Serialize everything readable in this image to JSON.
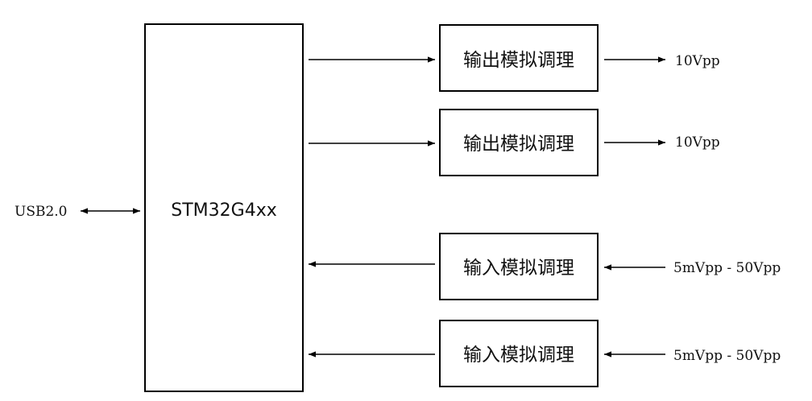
{
  "mcu": {
    "label": "STM32G4xx"
  },
  "usb": {
    "label": "USB2.0"
  },
  "outputs": [
    {
      "block_label": "输出模拟调理",
      "signal": "10Vpp"
    },
    {
      "block_label": "输出模拟调理",
      "signal": "10Vpp"
    }
  ],
  "inputs": [
    {
      "block_label": "输入模拟调理",
      "signal": "5mVpp - 50Vpp"
    },
    {
      "block_label": "输入模拟调理",
      "signal": "5mVpp - 50Vpp"
    }
  ]
}
